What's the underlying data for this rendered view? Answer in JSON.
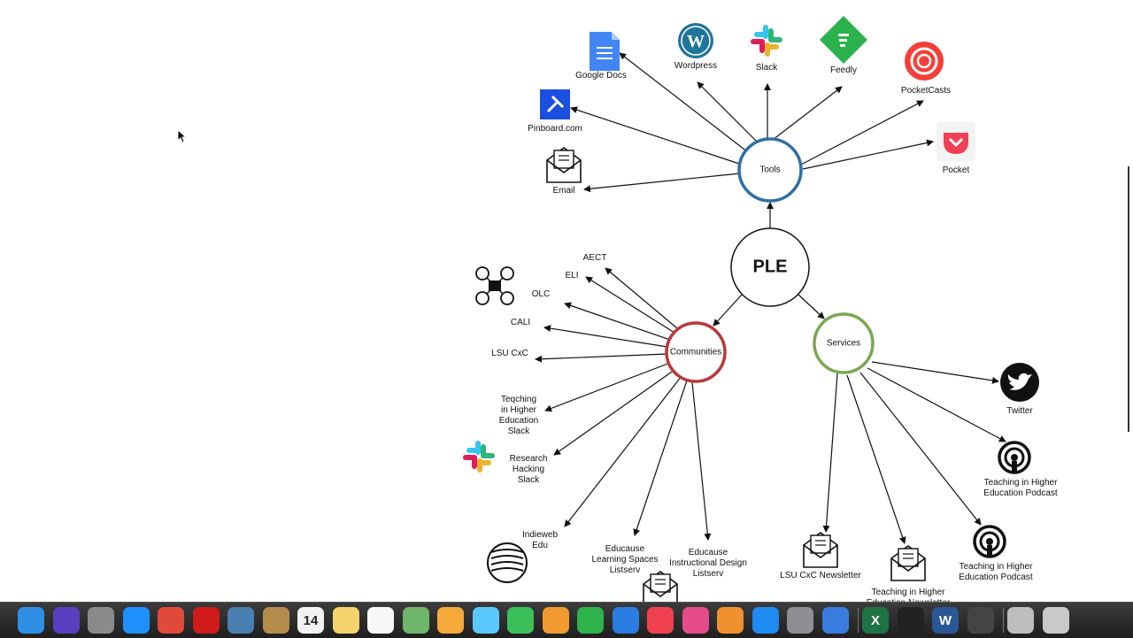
{
  "diagram": {
    "center": {
      "label": "PLE"
    },
    "hubs": {
      "tools": {
        "label": "Tools",
        "color": "#2e6fa5"
      },
      "communities": {
        "label": "Communities",
        "color": "#b8383b"
      },
      "services": {
        "label": "Services",
        "color": "#7aa851"
      }
    },
    "tools": [
      {
        "id": "google-docs",
        "lines": [
          "Google Docs"
        ],
        "icon": "google-docs-icon"
      },
      {
        "id": "wordpress",
        "lines": [
          "Wordpress"
        ],
        "icon": "wordpress-icon"
      },
      {
        "id": "slack",
        "lines": [
          "Slack"
        ],
        "icon": "slack-icon"
      },
      {
        "id": "feedly",
        "lines": [
          "Feedly"
        ],
        "icon": "feedly-icon"
      },
      {
        "id": "pocketcasts",
        "lines": [
          "PocketCasts"
        ],
        "icon": "pocketcasts-icon"
      },
      {
        "id": "pinboard",
        "lines": [
          "Pinboard.com"
        ],
        "icon": "pinboard-icon"
      },
      {
        "id": "pocket",
        "lines": [
          "Pocket"
        ],
        "icon": "pocket-icon"
      },
      {
        "id": "email",
        "lines": [
          "Email"
        ],
        "icon": "envelope-icon"
      }
    ],
    "communities": [
      {
        "id": "aect",
        "lines": [
          "AECT"
        ]
      },
      {
        "id": "eli",
        "lines": [
          "ELI"
        ]
      },
      {
        "id": "olc",
        "lines": [
          "OLC"
        ]
      },
      {
        "id": "cali",
        "lines": [
          "CALI"
        ]
      },
      {
        "id": "lsu-cxc",
        "lines": [
          "LSU CxC"
        ]
      },
      {
        "id": "teqching",
        "lines": [
          "Teqching",
          "in Higher",
          "Education",
          "Slack"
        ]
      },
      {
        "id": "research-hacking",
        "lines": [
          "Research",
          "Hacking",
          "Slack"
        ]
      },
      {
        "id": "indieweb",
        "lines": [
          "Indieweb",
          "Edu"
        ]
      },
      {
        "id": "educause-ls",
        "lines": [
          "Educause",
          "Learning Spaces",
          "Listserv"
        ]
      },
      {
        "id": "educause-id",
        "lines": [
          "Educause",
          "Instructional Design",
          "Listserv"
        ]
      }
    ],
    "services": [
      {
        "id": "twitter",
        "lines": [
          "Twitter"
        ],
        "icon": "twitter-icon"
      },
      {
        "id": "tihe-podcast-1",
        "lines": [
          "Teaching in Higher",
          "Education Podcast"
        ],
        "icon": "podcast-icon"
      },
      {
        "id": "tihe-podcast-2",
        "lines": [
          "Teaching in Higher",
          "Education Podcast"
        ],
        "icon": "podcast-icon"
      },
      {
        "id": "lsu-cxc-newsletter",
        "lines": [
          "LSU CxC Newsletter"
        ],
        "icon": "envelope-icon"
      },
      {
        "id": "tihe-newsletter",
        "lines": [
          "Teaching in Higher",
          "Education Newsletter"
        ],
        "icon": "envelope-icon"
      }
    ]
  },
  "dock": {
    "apps": [
      {
        "name": "finder-icon",
        "color": "#2f8fe6"
      },
      {
        "name": "siri-icon",
        "color": "#5a3fc0"
      },
      {
        "name": "launchpad-icon",
        "color": "#8a8a8a"
      },
      {
        "name": "safari-icon",
        "color": "#1e90ff"
      },
      {
        "name": "chrome-icon",
        "color": "#e04a3a"
      },
      {
        "name": "opera-icon",
        "color": "#d11a1a"
      },
      {
        "name": "preview-icon",
        "color": "#4a7fb0"
      },
      {
        "name": "contacts-icon",
        "color": "#b58b4c"
      },
      {
        "name": "calendar-icon",
        "color": "#f2f2f2",
        "glyph": "14"
      },
      {
        "name": "notes-icon",
        "color": "#f3d36b"
      },
      {
        "name": "reminders-icon",
        "color": "#f7f7f7"
      },
      {
        "name": "maps-icon",
        "color": "#6fb56a"
      },
      {
        "name": "photos-icon",
        "color": "#f6a93b"
      },
      {
        "name": "messages-icon",
        "color": "#5ac8fa"
      },
      {
        "name": "facetime-icon",
        "color": "#3cc15a"
      },
      {
        "name": "pages-icon",
        "color": "#f09a2f"
      },
      {
        "name": "numbers-icon",
        "color": "#2fb34a"
      },
      {
        "name": "keynote-icon",
        "color": "#2b7de1"
      },
      {
        "name": "news-icon",
        "color": "#f04050"
      },
      {
        "name": "itunes-icon",
        "color": "#e64b8c"
      },
      {
        "name": "ibooks-icon",
        "color": "#f0902f"
      },
      {
        "name": "app-store-icon",
        "color": "#1d8bf0"
      },
      {
        "name": "system-preferences-icon",
        "color": "#8e8e93"
      },
      {
        "name": "chrome-canary-icon",
        "color": "#3a7be0"
      },
      {
        "name": "excel-icon",
        "color": "#1f7244",
        "glyph": "X"
      },
      {
        "name": "activity-monitor-icon",
        "color": "#222222"
      },
      {
        "name": "word-icon",
        "color": "#2b5797",
        "glyph": "W"
      },
      {
        "name": "screenshot-icon",
        "color": "#444444"
      },
      {
        "name": "downloads-stack-icon",
        "color": "#bdbdbd"
      },
      {
        "name": "trash-icon",
        "color": "#c9c9c9"
      }
    ]
  }
}
